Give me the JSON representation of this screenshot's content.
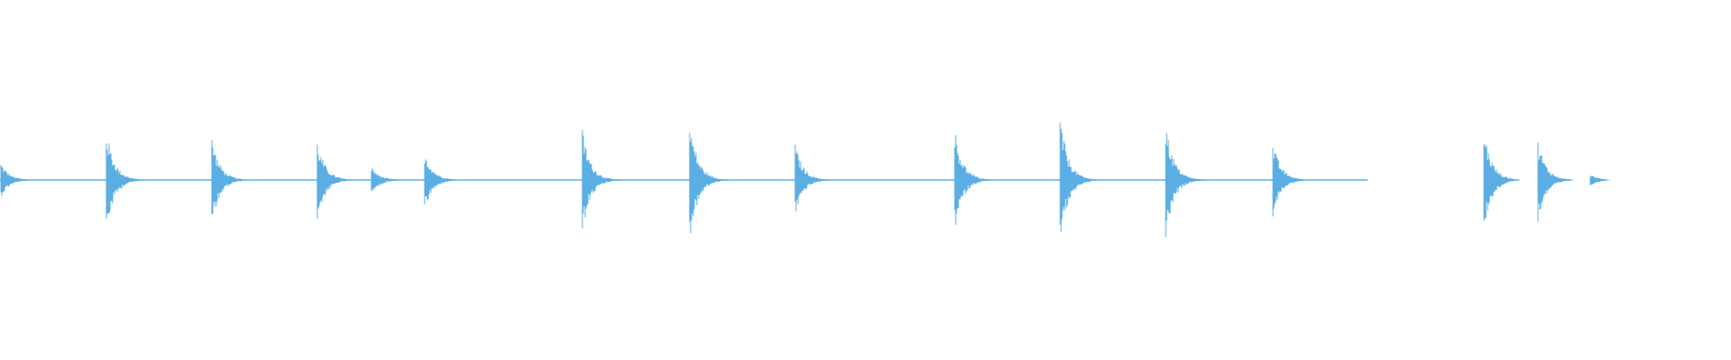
{
  "waveform": {
    "color": "#5aaee3",
    "baseline_color": "#5aaee3",
    "duration_fraction_visible": 0.79,
    "transients": [
      {
        "t": 0.0,
        "amp_up": 0.18,
        "amp_down": 0.18
      },
      {
        "t": 0.061,
        "amp_up": 0.52,
        "amp_down": 0.54
      },
      {
        "t": 0.122,
        "amp_up": 0.44,
        "amp_down": 0.46
      },
      {
        "t": 0.183,
        "amp_up": 0.4,
        "amp_down": 0.42
      },
      {
        "t": 0.214,
        "amp_up": 0.14,
        "amp_down": 0.16
      },
      {
        "t": 0.245,
        "amp_up": 0.3,
        "amp_down": 0.32
      },
      {
        "t": 0.336,
        "amp_up": 0.52,
        "amp_down": 0.54
      },
      {
        "t": 0.398,
        "amp_up": 0.62,
        "amp_down": 0.64
      },
      {
        "t": 0.459,
        "amp_up": 0.37,
        "amp_down": 0.37
      },
      {
        "t": 0.551,
        "amp_up": 0.52,
        "amp_down": 0.54
      },
      {
        "t": 0.612,
        "amp_up": 0.64,
        "amp_down": 0.66
      },
      {
        "t": 0.673,
        "amp_up": 0.6,
        "amp_down": 0.62
      },
      {
        "t": 0.735,
        "amp_up": 0.38,
        "amp_down": 0.38
      },
      {
        "t": 0.857,
        "amp_up": 0.52,
        "amp_down": 0.54
      },
      {
        "t": 0.888,
        "amp_up": 0.41,
        "amp_down": 0.43
      },
      {
        "t": 0.918,
        "amp_up": 0.06,
        "amp_down": 0.06
      }
    ]
  }
}
